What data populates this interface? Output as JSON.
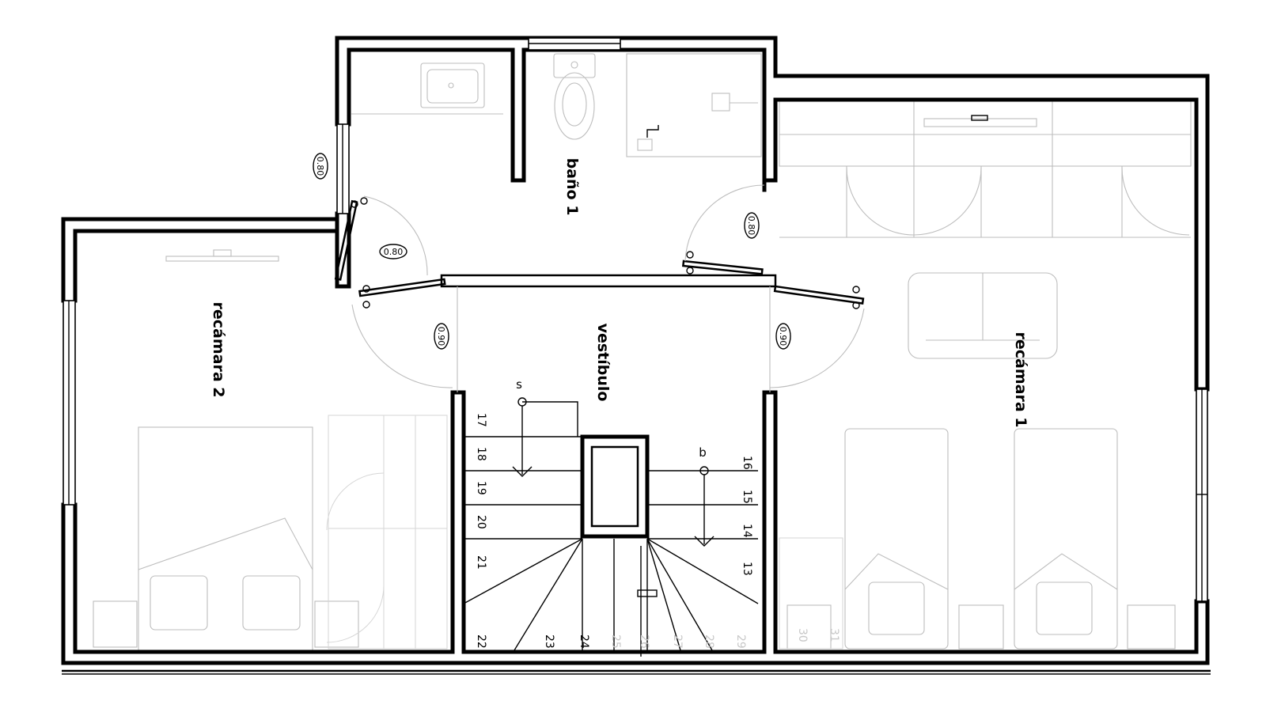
{
  "rooms": {
    "bath": "baño 1",
    "bedroom2": "recámara 2",
    "vestibule": "vestíbulo",
    "bedroom1": "recámara 1"
  },
  "doors": [
    {
      "id": "door-bath-west",
      "width": "0.80"
    },
    {
      "id": "door-bath-south",
      "width": "0.80"
    },
    {
      "id": "door-bath-east",
      "width": "0.80"
    },
    {
      "id": "door-bedroom2",
      "width": "0.90"
    },
    {
      "id": "door-bedroom1",
      "width": "0.90"
    }
  ],
  "stairs": {
    "up_marker": "s",
    "down_marker": "b",
    "left_steps": [
      "17",
      "18",
      "19",
      "20",
      "21",
      "22"
    ],
    "bottom_steps": [
      "23",
      "24",
      "25",
      "26",
      "27",
      "28",
      "29",
      "30",
      "31"
    ],
    "right_steps": [
      "16",
      "15",
      "14",
      "13"
    ]
  },
  "colors": {
    "wall": "#000000",
    "furniture": "#bdbdbd",
    "background": "#ffffff"
  }
}
